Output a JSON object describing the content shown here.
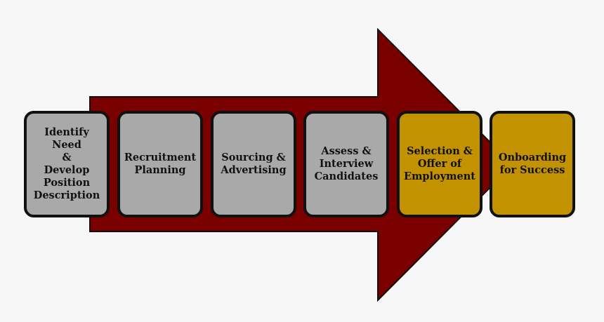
{
  "diagram": {
    "steps": [
      {
        "label": "Identify\nNeed\n&\nDevelop\nPosition\nDescription",
        "style": "gray"
      },
      {
        "label": "Recruitment\nPlanning",
        "style": "gray"
      },
      {
        "label": "Sourcing &\nAdvertising",
        "style": "gray"
      },
      {
        "label": "Assess &\nInterview\nCandidates",
        "style": "gray"
      },
      {
        "label": "Selection &\nOffer of\nEmployment",
        "style": "gold"
      },
      {
        "label": "Onboarding\nfor Success",
        "style": "gold"
      }
    ],
    "colors": {
      "arrow": "#7a0000",
      "gray_box": "#a9a9a9",
      "gold_box": "#c29200",
      "border": "#111111"
    }
  }
}
